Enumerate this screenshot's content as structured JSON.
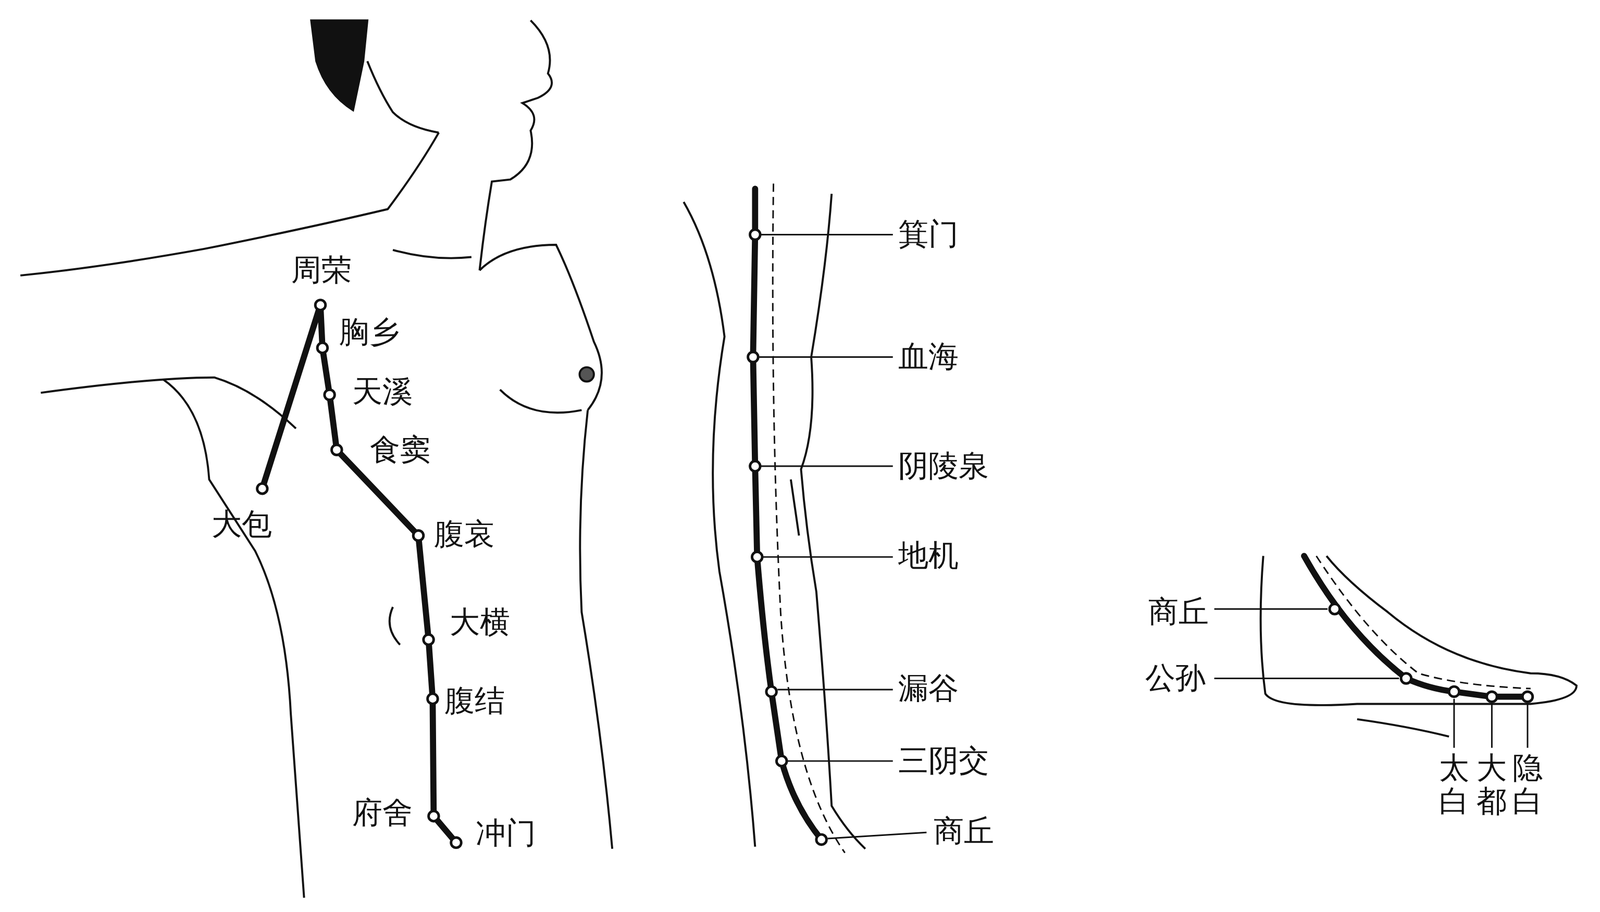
{
  "diagram": {
    "labels": [
      "周荣",
      "胸乡",
      "天溪",
      "食窦",
      "大包",
      "腹哀",
      "大横",
      "腹结",
      "府舍",
      "冲门",
      "箕门",
      "血海",
      "阴陵泉",
      "地机",
      "漏谷",
      "三阴交",
      "商丘",
      "商丘",
      "公孙",
      "太白",
      "大都",
      "隐白"
    ]
  }
}
